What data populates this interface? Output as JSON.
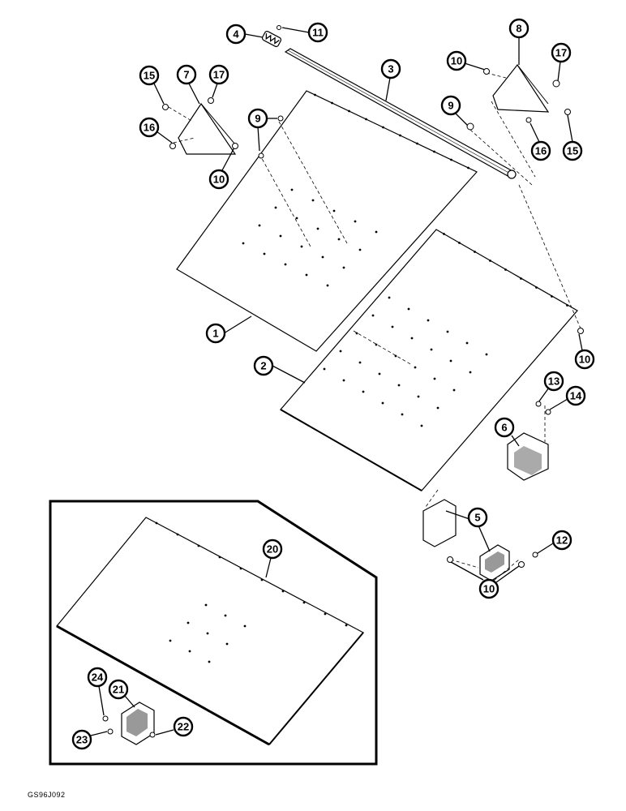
{
  "figure_code": "GS96J092",
  "callouts": [
    "1",
    "2",
    "3",
    "4",
    "5",
    "6",
    "7",
    "8",
    "9",
    "10",
    "11",
    "12",
    "13",
    "14",
    "15",
    "16",
    "17",
    "20",
    "21",
    "22",
    "23",
    "24"
  ]
}
